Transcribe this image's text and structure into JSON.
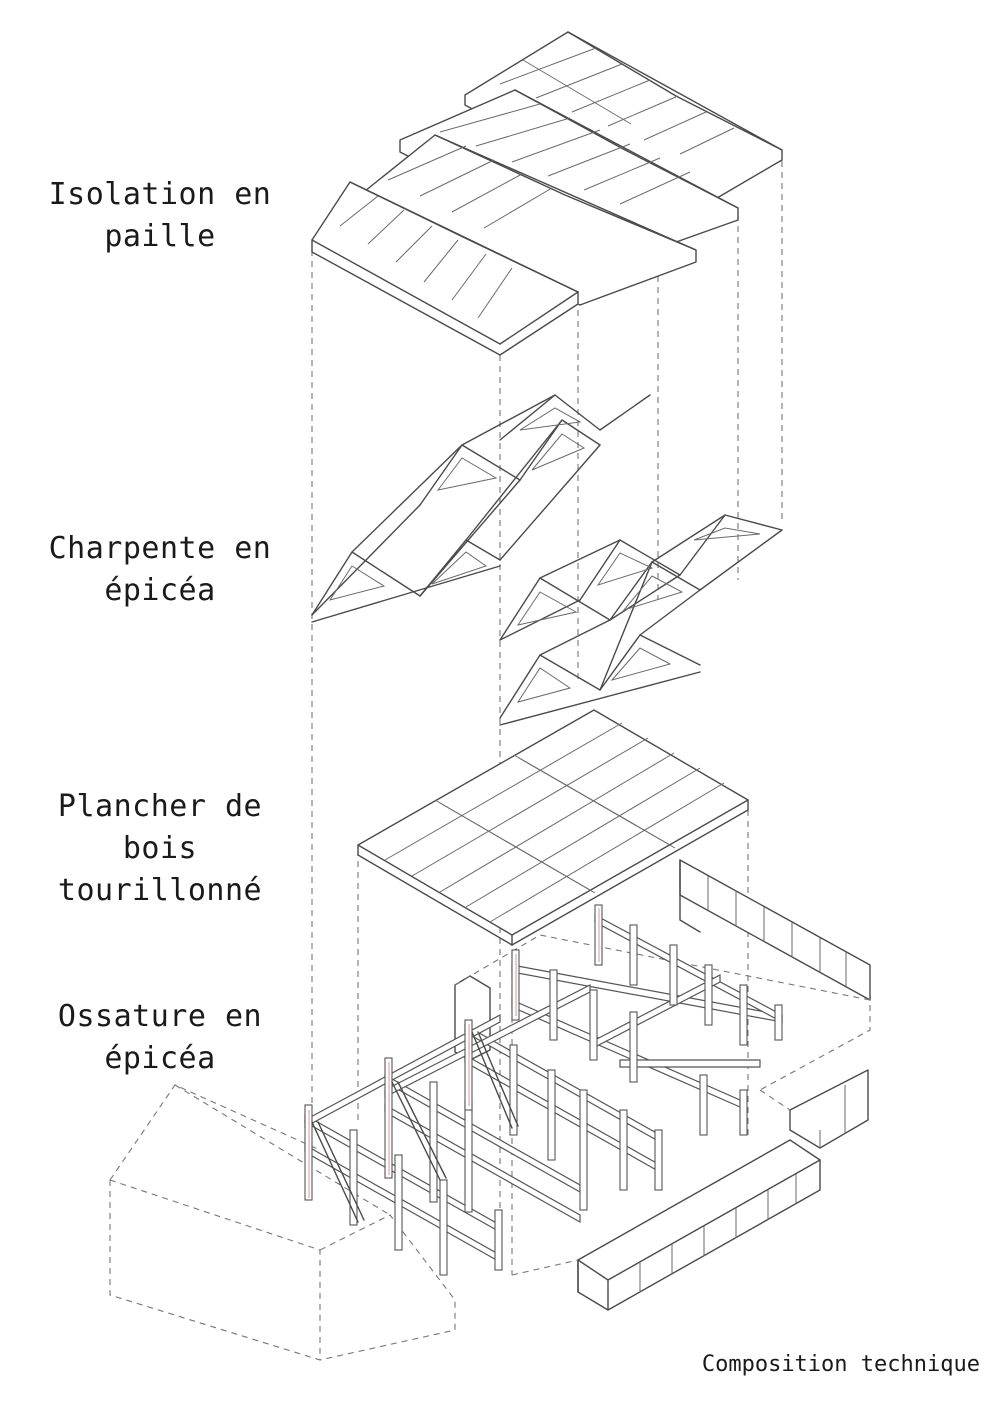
{
  "labels": {
    "isolation": [
      "Isolation en",
      "paille"
    ],
    "charpente": [
      "Charpente en",
      "épicéa"
    ],
    "plancher": [
      "Plancher de bois",
      "tourillonné"
    ],
    "ossature": [
      "Ossature en",
      "épicéa"
    ]
  },
  "caption": "Composition technique",
  "colors": {
    "line": "#4a4a4a",
    "dashed": "#777777",
    "accent": "#d47a7a"
  }
}
